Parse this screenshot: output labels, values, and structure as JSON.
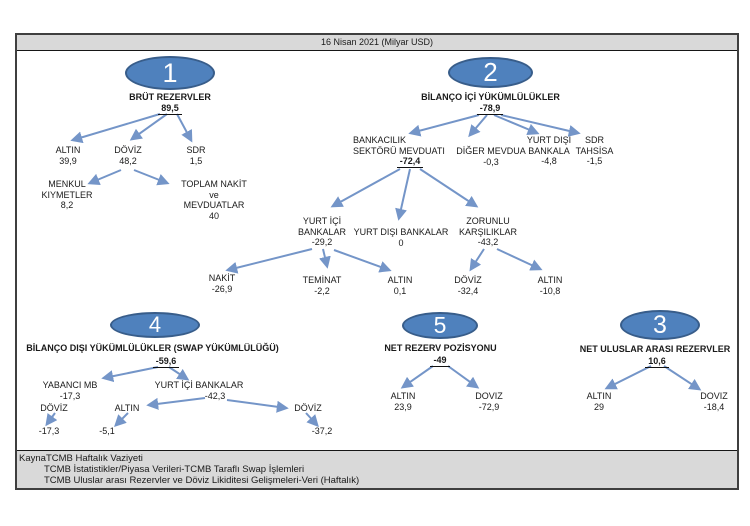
{
  "header": {
    "title": "16 Nisan 2021 (Milyar USD)"
  },
  "sections": {
    "brut_rezervler": {
      "number": "1",
      "title": "BRÜT REZERVLER",
      "value": "89,5",
      "children": {
        "altin": {
          "label": "ALTIN",
          "value": "39,9"
        },
        "doviz": {
          "label": "DÖVİZ",
          "value": "48,2"
        },
        "sdr": {
          "label": "SDR",
          "value": "1,5"
        },
        "menkul_kiymetler": {
          "label": "MENKUL\nKIYMETLER",
          "value": "8,2"
        },
        "toplam_nakit": {
          "label": "TOPLAM NAKİT ve\nMEVDUATLAR",
          "value": "40"
        }
      }
    },
    "bilanco_ici": {
      "number": "2",
      "title": "BİLANÇO İÇİ YÜKÜMLÜLÜKLER",
      "value": "-78,9",
      "children": {
        "bankacilik_sektoru": {
          "label": "BANKACILIK\nSEKTÖRÜ MEVDUATI",
          "value": "-72,4"
        },
        "diger_mevduat": {
          "label": "DİĞER MEVDUA",
          "value": "-0,3"
        },
        "yurt_disi_bankalar_ust": {
          "label": "YURT DIŞI\nBANKALA",
          "value": "-4,8"
        },
        "sdr_tahsisat": {
          "label": "SDR\nTAHSİSA",
          "value": "-1,5"
        },
        "yurt_ici_bankalar": {
          "label": "YURT İÇİ\nBANKALAR",
          "value": "-29,2"
        },
        "yurt_disi_bankalar": {
          "label": "YURT DIŞI BANKALAR",
          "value": "0"
        },
        "zorunlu_karsiliklar": {
          "label": "ZORUNLU\nKARŞILIKLAR",
          "value": "-43,2"
        },
        "nakit": {
          "label": "NAKİT",
          "value": "-26,9"
        },
        "teminat": {
          "label": "TEMİNAT",
          "value": "-2,2"
        },
        "altin": {
          "label": "ALTIN",
          "value": "0,1"
        },
        "doviz": {
          "label": "DÖVİZ",
          "value": "-32,4"
        },
        "altin2": {
          "label": "ALTIN",
          "value": "-10,8"
        }
      }
    },
    "bilanco_disi": {
      "number": "4",
      "title": "BİLANÇO DIŞI  YÜKÜMLÜLÜKLER (SWAP YÜKÜMLÜLÜĞÜ)",
      "value": "-59,6",
      "children": {
        "yabanci_mb": {
          "label": "YABANCI MB",
          "value": "-17,3"
        },
        "yurt_ici_bankalar": {
          "label": "YURT İÇİ BANKALAR",
          "value": "-42,3"
        },
        "doviz_sol": {
          "label": "DÖVİZ",
          "value": "-17,3"
        },
        "altin": {
          "label": "ALTIN",
          "value": "-5,1"
        },
        "doviz_sag": {
          "label": "DÖVİZ",
          "value": "-37,2"
        }
      }
    },
    "net_rezerv": {
      "number": "5",
      "title": "NET REZERV POZİSYONU",
      "value": "-49",
      "children": {
        "altin": {
          "label": "ALTIN",
          "value": "23,9"
        },
        "doviz": {
          "label": "DOVIZ",
          "value": "-72,9"
        }
      }
    },
    "net_uluslararasi": {
      "number": "3",
      "title": "NET ULUSLAR ARASI REZERVLER",
      "value": "10,6",
      "children": {
        "altin": {
          "label": "ALTIN",
          "value": "29"
        },
        "doviz": {
          "label": "DOVIZ",
          "value": "-18,4"
        }
      }
    }
  },
  "footer": {
    "source_label": "Kayna",
    "lines": [
      "TCMB Haftalık Vaziyeti",
      "TCMB İstatistikler/Piyasa Verileri-TCMB Taraflı Swap İşlemleri",
      "TCMB Uluslar arası Rezervler ve Döviz Likiditesi Gelişmeleri-Veri (Haftalık)"
    ]
  },
  "colors": {
    "ellipse_fill": "#4f81bd",
    "ellipse_border": "#385d8a",
    "arrow": "#7495c8"
  }
}
